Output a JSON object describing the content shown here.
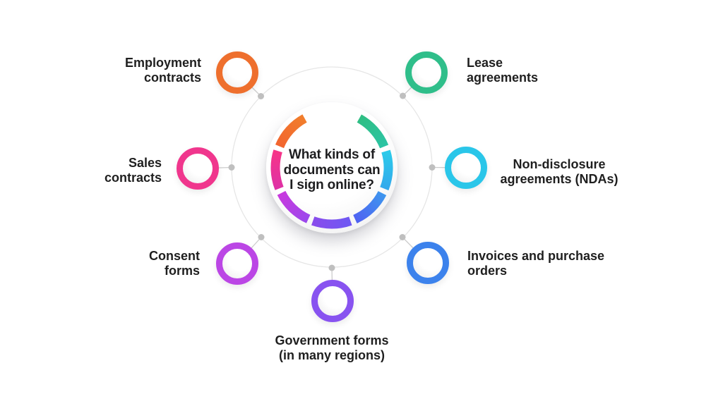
{
  "title": "What kinds of documents can I sign online?",
  "center": {
    "question_line1": "What kinds of",
    "question_line2": "documents can",
    "question_line3": "I sign online?",
    "arc_segments": [
      {
        "name": "lease-agreements",
        "from": "#2FBE83",
        "to": "#2CC4A4"
      },
      {
        "name": "non-disclosure",
        "from": "#2BCBEA",
        "to": "#33A9EC"
      },
      {
        "name": "invoices",
        "from": "#3E96EE",
        "to": "#4F62F2"
      },
      {
        "name": "government-forms",
        "from": "#6E58F3",
        "to": "#8A4CEC"
      },
      {
        "name": "consent-forms",
        "from": "#9B48EC",
        "to": "#C93ADE"
      },
      {
        "name": "sales-contracts",
        "from": "#DE31A6",
        "to": "#F73487"
      },
      {
        "name": "employment",
        "from": "#F2652F",
        "to": "#F17E2C"
      }
    ]
  },
  "nodes": [
    {
      "id": "employment-contracts",
      "line1": "Employment",
      "line2": "contracts",
      "color": "#EE6F2D"
    },
    {
      "id": "lease-agreements",
      "line1": "Lease",
      "line2": "agreements",
      "color": "#2FBE8A"
    },
    {
      "id": "sales-contracts",
      "line1": "Sales",
      "line2": "contracts",
      "color": "#F0368D"
    },
    {
      "id": "nda",
      "line1": "Non-disclosure",
      "line2": "agreements (NDAs)",
      "color": "#2AC6E9"
    },
    {
      "id": "consent-forms",
      "line1": "Consent",
      "line2": "forms",
      "color": "#BB46E5"
    },
    {
      "id": "invoices",
      "line1": "Invoices and purchase",
      "line2": "orders",
      "color": "#3C82EC"
    },
    {
      "id": "government-forms",
      "line1": "Government forms",
      "line2": "(in many regions)",
      "color": "#8853F0"
    }
  ],
  "colors": {
    "text": "#1F1F1F",
    "connector_line": "#CCCCCC",
    "connector_dot": "#BFBFBF",
    "guide_circle": "#E6E6E6",
    "background": "#FFFFFF"
  }
}
